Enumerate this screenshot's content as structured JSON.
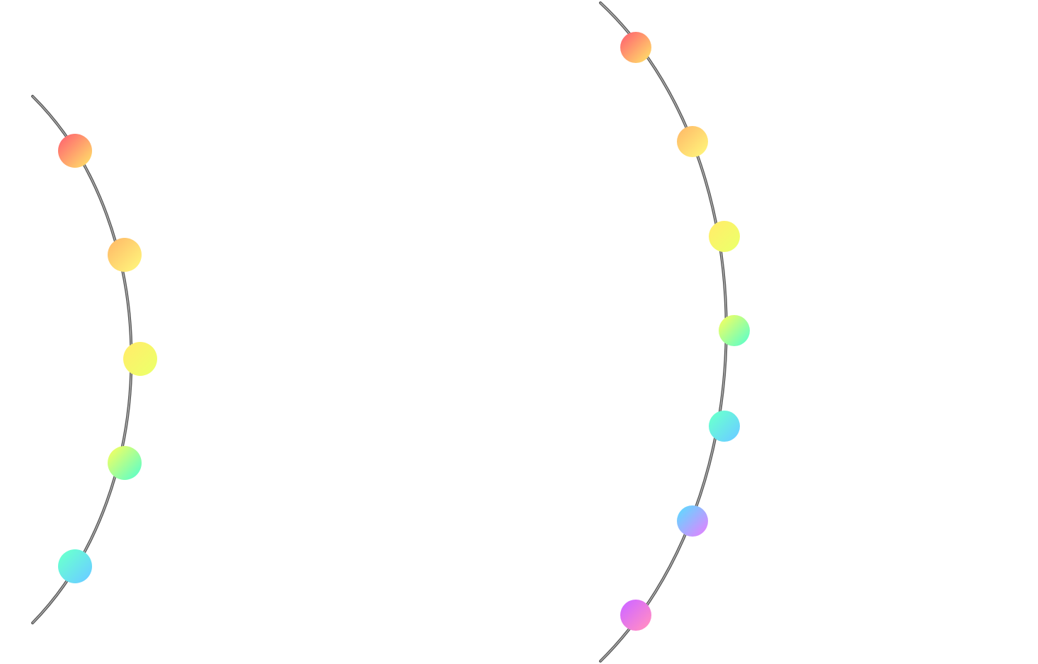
{
  "background_color": "#ffffff",
  "wire_color": "#5a5a5a",
  "wire_highlight_color": "#bdbdbd",
  "strings": [
    {
      "id": "left-string",
      "bead_count": 5,
      "beads": [
        {
          "from": "#ff6f6f",
          "to": "#ffd36a"
        },
        {
          "from": "#ffc06a",
          "to": "#fff07a"
        },
        {
          "from": "#ffef6a",
          "to": "#eeff6a"
        },
        {
          "from": "#e6ff6a",
          "to": "#6affc0"
        },
        {
          "from": "#6affd2",
          "to": "#6ad2ff"
        }
      ]
    },
    {
      "id": "right-string",
      "bead_count": 7,
      "beads": [
        {
          "from": "#ff6f6f",
          "to": "#ffd36a"
        },
        {
          "from": "#ffc06a",
          "to": "#fff07a"
        },
        {
          "from": "#ffef6a",
          "to": "#eeff6a"
        },
        {
          "from": "#e6ff6a",
          "to": "#6affc0"
        },
        {
          "from": "#6affd2",
          "to": "#6ad2ff"
        },
        {
          "from": "#6ad2ff",
          "to": "#d68aff"
        },
        {
          "from": "#d36aff",
          "to": "#ff8ac8"
        }
      ]
    }
  ]
}
